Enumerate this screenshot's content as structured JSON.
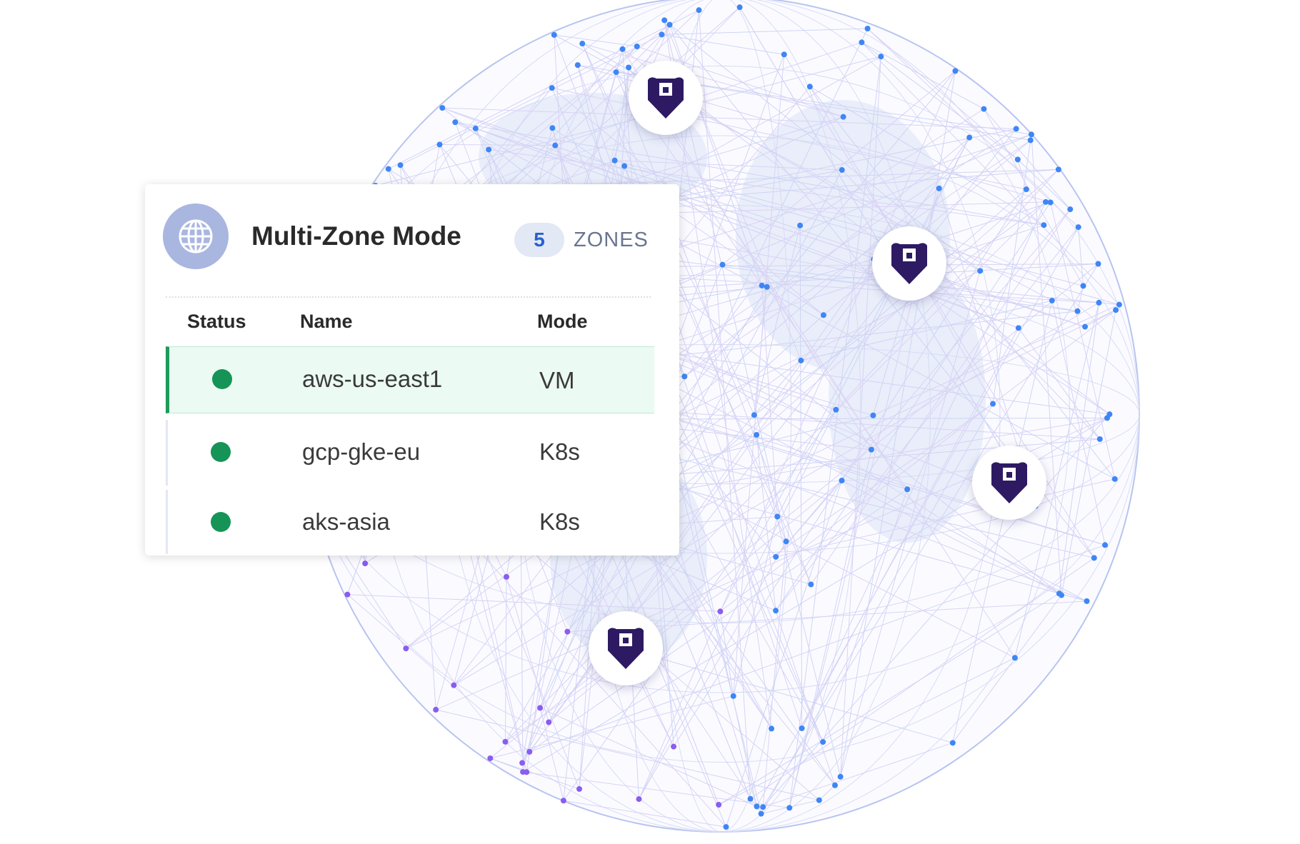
{
  "card": {
    "title": "Multi-Zone Mode",
    "zone_count": "5",
    "zones_label": "ZONES",
    "columns": {
      "status": "Status",
      "name": "Name",
      "mode": "Mode"
    },
    "rows": [
      {
        "status": "healthy",
        "name": "aws-us-east1",
        "mode": "VM",
        "selected": true
      },
      {
        "status": "healthy",
        "name": "gcp-gke-eu",
        "mode": "K8s",
        "selected": false
      },
      {
        "status": "healthy",
        "name": "aks-asia",
        "mode": "K8s",
        "selected": false
      }
    ]
  },
  "colors": {
    "status_ok": "#169457",
    "bear": "#2d1a63",
    "accent": "#2a5fd0"
  },
  "icons": [
    "globe-icon",
    "bear-shield-icon"
  ]
}
